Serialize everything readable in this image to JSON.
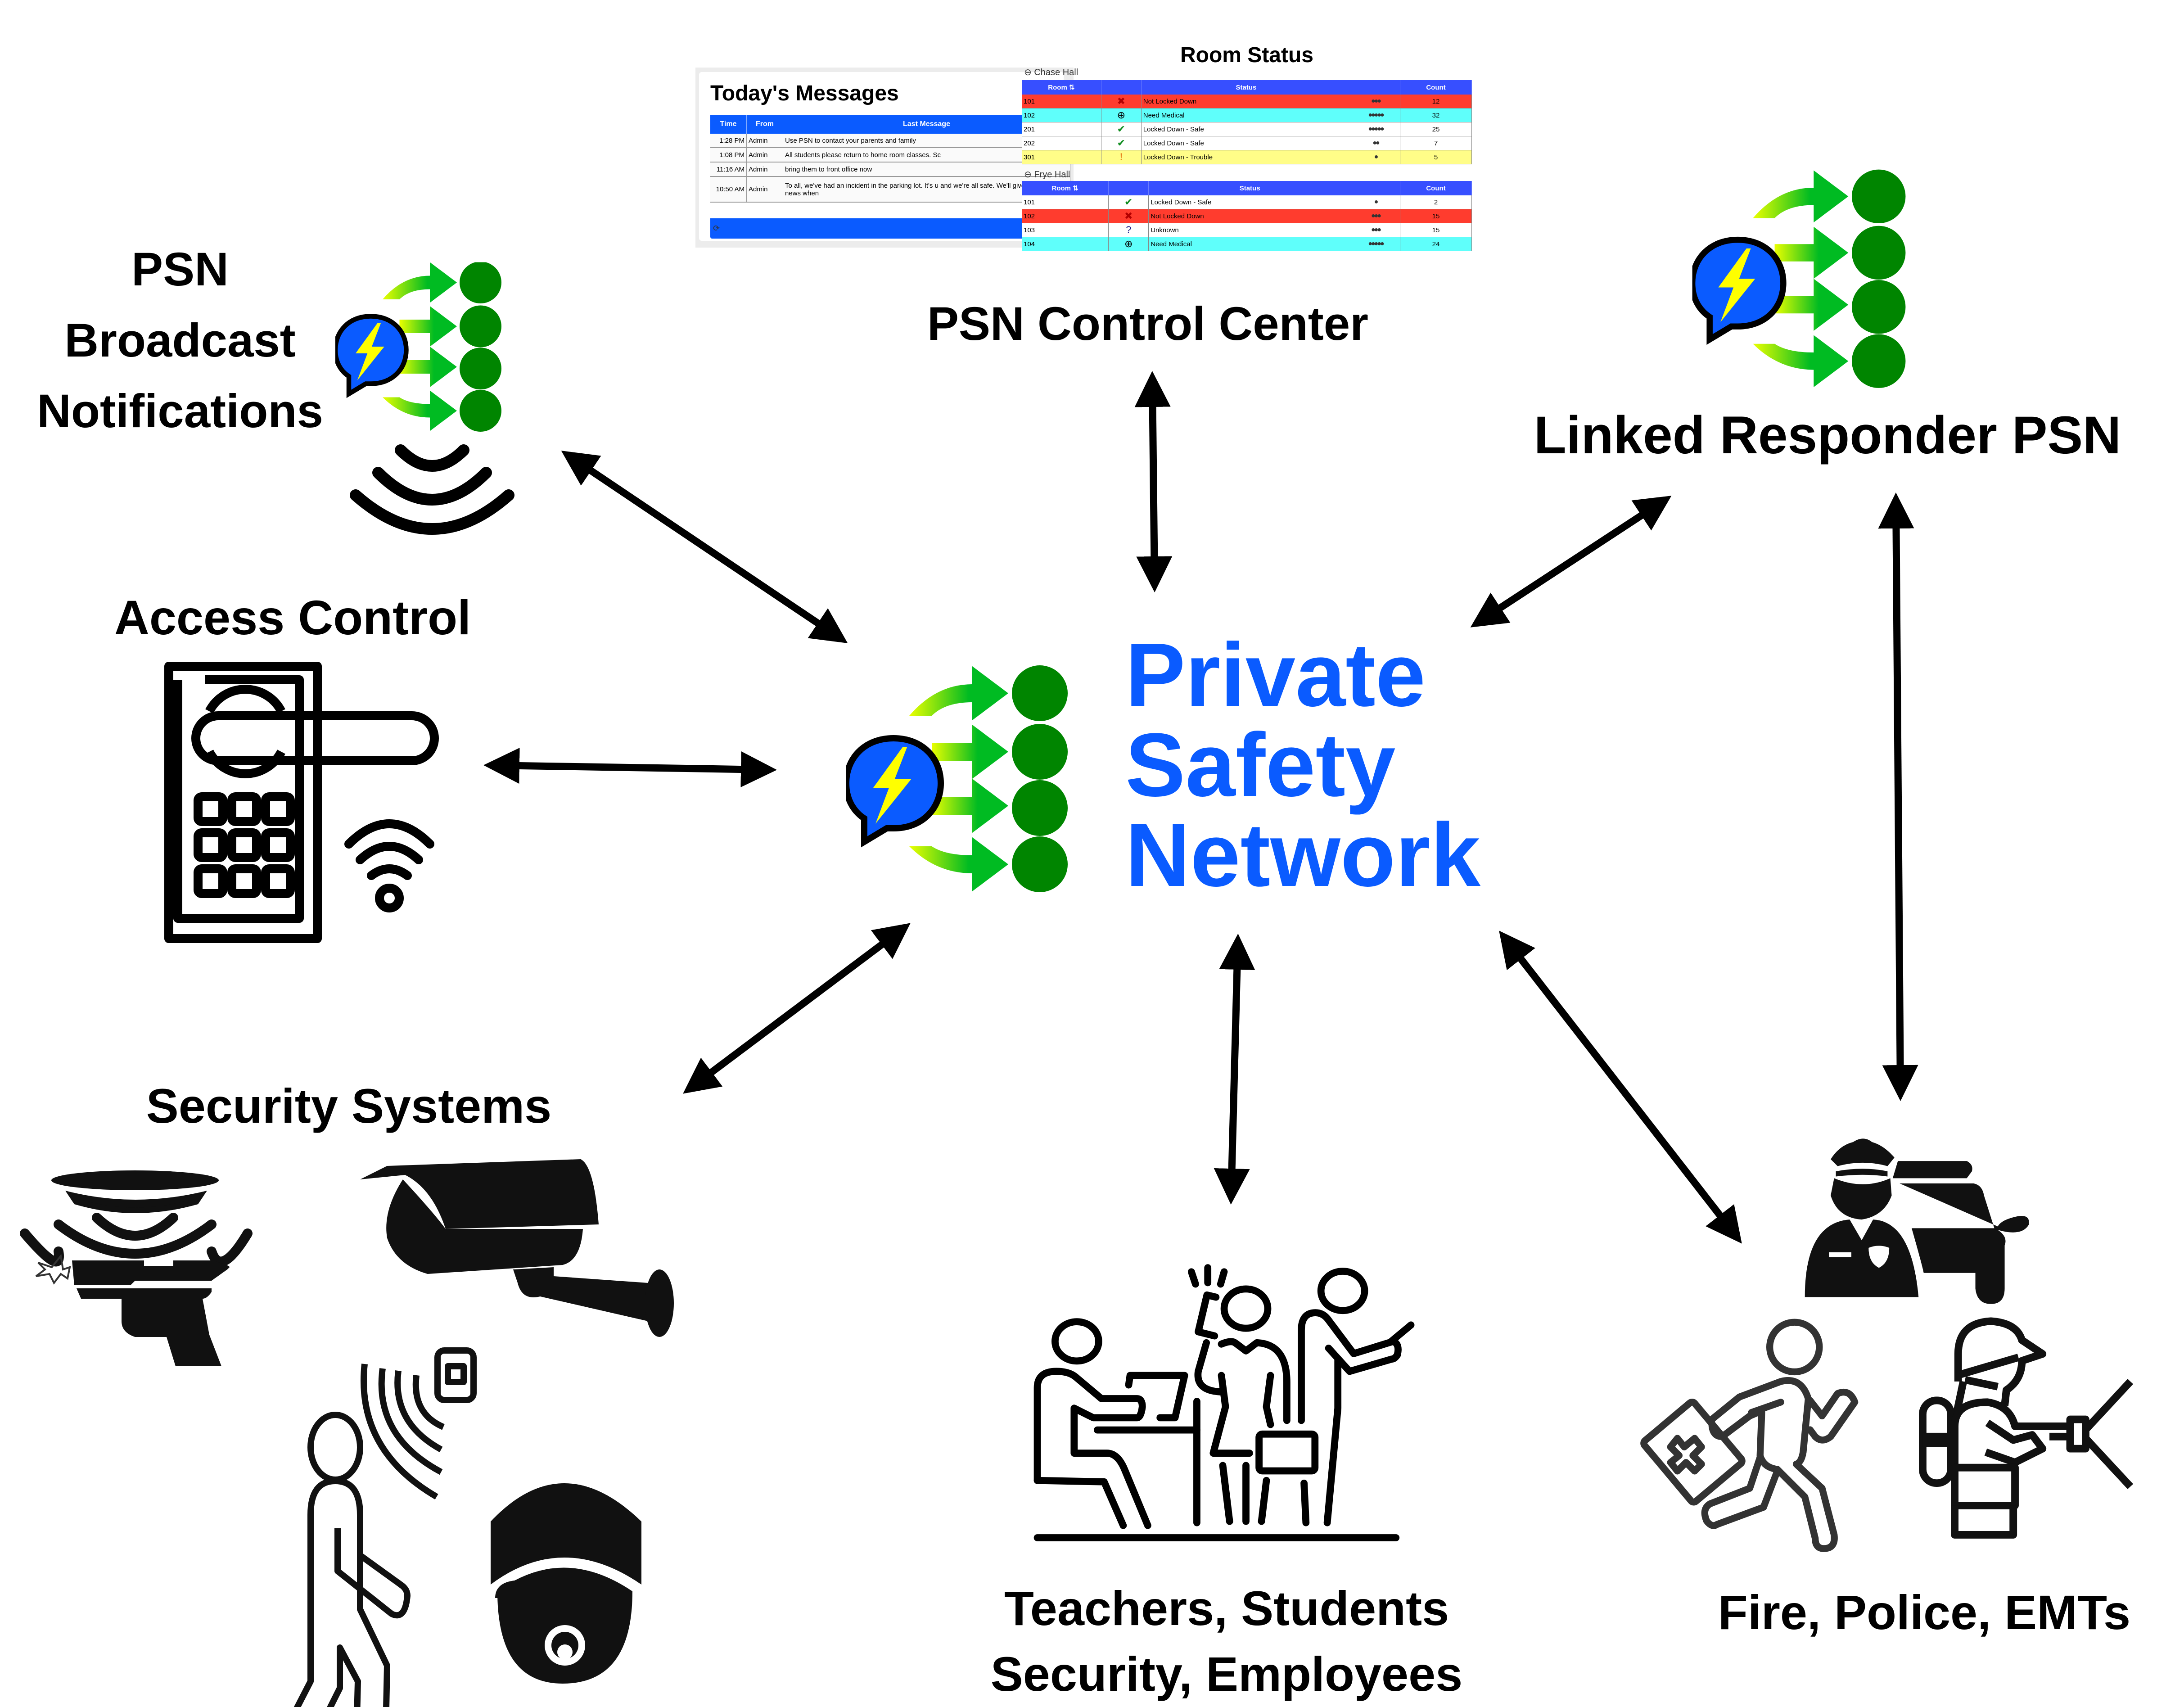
{
  "colors": {
    "brand_blue": "#0a5bff",
    "table_header_blue": "#374fff",
    "dot_green": "#008500",
    "arrow_green": "#00bb22",
    "arrow_yellow": "#eaff00",
    "bolt_yellow": "#ffff00",
    "status_red": "#ff3c2e",
    "status_cyan": "#5ffffb",
    "status_yellow": "#fffd88"
  },
  "center": {
    "title_lines": [
      "Private",
      "Safety",
      "Network"
    ],
    "logo_icon": "chat-bubble-lightning-broadcast-icon"
  },
  "nodes": {
    "broadcast": {
      "label_lines": [
        "PSN",
        "Broadcast",
        "Notifications"
      ],
      "icons": [
        "chat-bubble-lightning-broadcast-icon",
        "wireless-signal-icon"
      ]
    },
    "control_center": {
      "label": "PSN Control Center"
    },
    "linked_responder": {
      "label": "Linked Responder PSN",
      "icon": "chat-bubble-lightning-broadcast-icon"
    },
    "access_control": {
      "label": "Access Control",
      "icon": "keypad-door-lock-wifi-icon"
    },
    "security_systems": {
      "label": "Security Systems",
      "icons": [
        "alarm-siren-icon",
        "gunshot-detector-icon",
        "cctv-camera-icon",
        "motion-sensor-person-icon",
        "dome-camera-icon"
      ]
    },
    "people": {
      "label_lines": [
        "Teachers, Students",
        "Security, Employees"
      ],
      "icon": "people-group-icon"
    },
    "responders": {
      "label": "Fire, Police, EMTs",
      "icons": [
        "police-officer-car-icon",
        "emt-medic-icon",
        "firefighter-hose-icon"
      ]
    }
  },
  "control_center_screenshot": {
    "messages": {
      "title": "Today's Messages",
      "columns": [
        "Time",
        "From",
        "Last Message"
      ],
      "rows": [
        {
          "time": "1:28 PM",
          "from": "Admin",
          "message": "Use PSN to contact your parents and family"
        },
        {
          "time": "1:08 PM",
          "from": "Admin",
          "message": "All students please return to home room classes. Sc"
        },
        {
          "time": "11:16 AM",
          "from": "Admin",
          "message": "bring them to front office now"
        },
        {
          "time": "10:50 AM",
          "from": "Admin",
          "message": "To all, we've had an incident in the parking lot. It's u and we're all safe. We'll give you more news when"
        }
      ],
      "footer_icon": "refresh-icon",
      "footer_glyph": "⟳"
    },
    "room_status": {
      "title": "Room Status",
      "columns": [
        "Room",
        "",
        "Status",
        "",
        "Count"
      ],
      "halls": [
        {
          "name": "Chase Hall",
          "rows": [
            {
              "room": "101",
              "status": "Not Locked Down",
              "icon": "x-circle-icon",
              "glyph": "✖",
              "people": "●●●",
              "count": "12",
              "color": "#ff3c2e"
            },
            {
              "room": "102",
              "status": "Need Medical",
              "icon": "plus-circle-icon",
              "glyph": "⊕",
              "people": "●●●●●",
              "count": "32",
              "color": "#5ffffb"
            },
            {
              "room": "201",
              "status": "Locked Down - Safe",
              "icon": "check-circle-icon",
              "glyph": "✔",
              "people": "●●●●●",
              "count": "25",
              "color": "#ffffff"
            },
            {
              "room": "202",
              "status": "Locked Down - Safe",
              "icon": "check-circle-icon",
              "glyph": "✔",
              "people": "●●",
              "count": "7",
              "color": "#ffffff"
            },
            {
              "room": "301",
              "status": "Locked Down - Trouble",
              "icon": "exclamation-circle-icon",
              "glyph": "!",
              "people": "●",
              "count": "5",
              "color": "#fffd88"
            }
          ]
        },
        {
          "name": "Frye Hall",
          "rows": [
            {
              "room": "101",
              "status": "Locked Down - Safe",
              "icon": "check-circle-icon",
              "glyph": "✔",
              "people": "●",
              "count": "2",
              "color": "#ffffff"
            },
            {
              "room": "102",
              "status": "Not Locked Down",
              "icon": "x-circle-icon",
              "glyph": "✖",
              "people": "●●●",
              "count": "15",
              "color": "#ff3c2e"
            },
            {
              "room": "103",
              "status": "Unknown",
              "icon": "question-circle-icon",
              "glyph": "?",
              "people": "●●●",
              "count": "15",
              "color": "#ffffff"
            },
            {
              "room": "104",
              "status": "Need Medical",
              "icon": "plus-circle-icon",
              "glyph": "⊕",
              "people": "●●●●●",
              "count": "24",
              "color": "#5ffffb"
            }
          ]
        }
      ]
    }
  },
  "connections": [
    {
      "from": "Private Safety Network",
      "to": "PSN Broadcast Notifications",
      "type": "bidirectional"
    },
    {
      "from": "Private Safety Network",
      "to": "PSN Control Center",
      "type": "bidirectional"
    },
    {
      "from": "Private Safety Network",
      "to": "Linked Responder PSN",
      "type": "bidirectional"
    },
    {
      "from": "Private Safety Network",
      "to": "Access Control",
      "type": "bidirectional"
    },
    {
      "from": "Private Safety Network",
      "to": "Security Systems",
      "type": "bidirectional"
    },
    {
      "from": "Private Safety Network",
      "to": "Teachers, Students, Security, Employees",
      "type": "bidirectional"
    },
    {
      "from": "Private Safety Network",
      "to": "Fire, Police, EMTs",
      "type": "bidirectional"
    },
    {
      "from": "Linked Responder PSN",
      "to": "Fire, Police, EMTs",
      "type": "bidirectional"
    }
  ]
}
